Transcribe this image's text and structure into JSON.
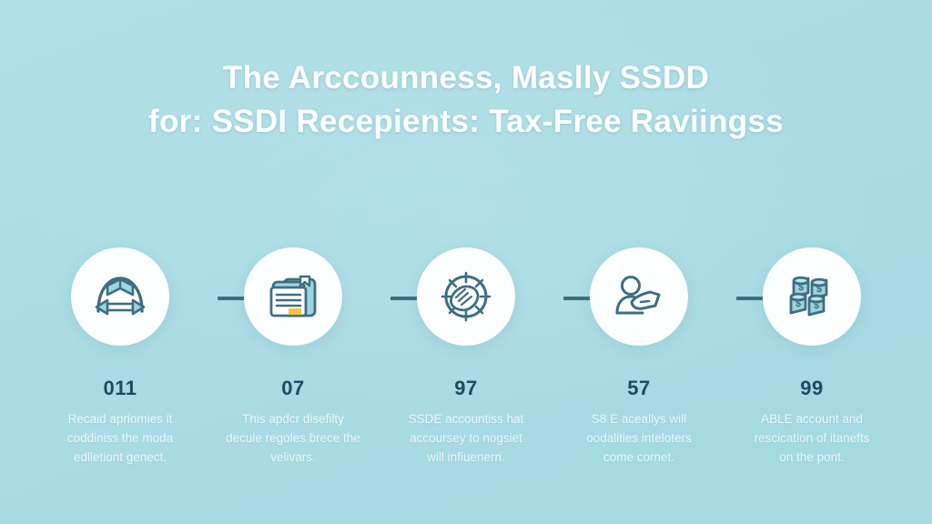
{
  "background": {
    "color_top": "#b2e0e7",
    "color_bottom": "#a4d9e2"
  },
  "header": {
    "title_line_1": "The Arccounness, Maslly SSDD",
    "title_line_2": "for: SSDI Recepients: Tax-Free Raviingss",
    "title_color": "#ffffff"
  },
  "theme": {
    "icon_stroke": "#3d6f83",
    "icon_fill": "#9fd3de",
    "accent_yellow": "#f5c23e",
    "connector_color": "#3d6f83",
    "number_color": "#1e4a63",
    "circle_bg": "#fdfefe"
  },
  "steps": [
    {
      "number": "011",
      "icon": "arch-arrows-icon",
      "desc_lines": [
        "Recaid apriomies it",
        "coddiniss the moda",
        "edlletiont genect."
      ]
    },
    {
      "number": "07",
      "icon": "document-folder-icon",
      "desc_lines": [
        "This apdcr disefilty",
        "decule regoles ɓrece the",
        "velivars."
      ]
    },
    {
      "number": "97",
      "icon": "protecting-hands-icon",
      "desc_lines": [
        "SSDE accountiss hat",
        "accoursey to nogsiet",
        "will infiuenern."
      ]
    },
    {
      "number": "57",
      "icon": "person-payment-icon",
      "desc_lines": [
        "S8 E aceallys will",
        "oodalities inteloters",
        "come cornet."
      ]
    },
    {
      "number": "99",
      "icon": "coin-stacks-icon",
      "desc_lines": [
        "ABLE account and",
        "rescication of itanefts",
        "on the pont."
      ]
    }
  ],
  "connectors": [
    {
      "name": "connector-1-2"
    },
    {
      "name": "connector-2-3"
    },
    {
      "name": "connector-3-4"
    },
    {
      "name": "connector-4-5"
    }
  ]
}
